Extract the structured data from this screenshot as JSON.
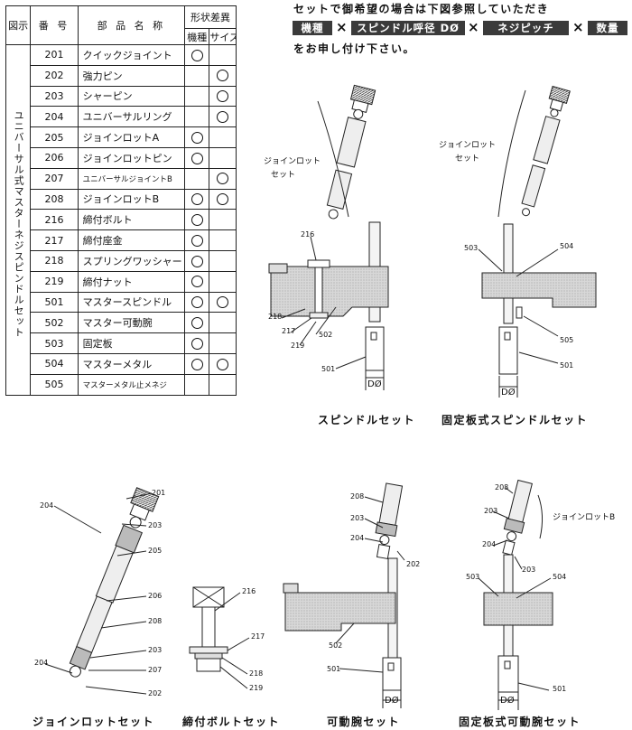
{
  "table": {
    "h_zushi": "図示",
    "h_bango": "番 号",
    "h_hinmei": "部 品 名 称",
    "h_keijo": "形状差異",
    "h_kishu": "機種",
    "h_size": "サイズ",
    "category": "ユニバーサル式マスターネジスピンドルセット",
    "rows": [
      {
        "no": "201",
        "name": "クイックジョイント",
        "kishu": true,
        "size": false
      },
      {
        "no": "202",
        "name": "強力ピン",
        "kishu": false,
        "size": true
      },
      {
        "no": "203",
        "name": "シャーピン",
        "kishu": false,
        "size": true
      },
      {
        "no": "204",
        "name": "ユニバーサルリング",
        "kishu": false,
        "size": true
      },
      {
        "no": "205",
        "name": "ジョインロットA",
        "kishu": true,
        "size": false
      },
      {
        "no": "206",
        "name": "ジョインロットピン",
        "kishu": true,
        "size": false
      },
      {
        "no": "207",
        "name": "ユニバーサルジョイントB",
        "kishu": false,
        "size": true
      },
      {
        "no": "208",
        "name": "ジョインロットB",
        "kishu": true,
        "size": true
      },
      {
        "no": "216",
        "name": "締付ボルト",
        "kishu": true,
        "size": false
      },
      {
        "no": "217",
        "name": "締付座金",
        "kishu": true,
        "size": false
      },
      {
        "no": "218",
        "name": "スプリングワッシャー",
        "kishu": true,
        "size": false
      },
      {
        "no": "219",
        "name": "締付ナット",
        "kishu": true,
        "size": false
      },
      {
        "no": "501",
        "name": "マスタースピンドル",
        "kishu": true,
        "size": true
      },
      {
        "no": "502",
        "name": "マスター可動腕",
        "kishu": true,
        "size": false
      },
      {
        "no": "503",
        "name": "固定板",
        "kishu": true,
        "size": false
      },
      {
        "no": "504",
        "name": "マスターメタル",
        "kishu": true,
        "size": true
      },
      {
        "no": "505",
        "name": "マスターメタル止メネジ",
        "kishu": false,
        "size": false
      }
    ]
  },
  "instructions": {
    "line1": "セットで御希望の場合は下図参照していただき",
    "tags": [
      "機種",
      "スピンドル呼径 DØ",
      "ネジピッチ",
      "数量"
    ],
    "times": "×",
    "line3": "をお申し付け下さい。"
  },
  "figures": {
    "spindle_set": {
      "caption": "スピンドルセット",
      "group_label": [
        "ジョインロット",
        "セット"
      ],
      "labels": [
        "216",
        "218",
        "217",
        "219",
        "502",
        "501"
      ],
      "dia": "DØ"
    },
    "fixed_spindle_set": {
      "caption": "固定板式スピンドルセット",
      "group_label": [
        "ジョインロット",
        "セット"
      ],
      "labels": [
        "503",
        "504",
        "505",
        "501"
      ],
      "dia": "DØ"
    },
    "join_rod_set": {
      "caption": "ジョインロットセット",
      "labels": [
        "201",
        "204",
        "203",
        "205",
        "206",
        "208",
        "203",
        "207",
        "204",
        "202"
      ]
    },
    "bolt_set": {
      "caption": "締付ボルトセット",
      "labels": [
        "216",
        "217",
        "218",
        "219"
      ]
    },
    "movable_arm_set": {
      "caption": "可動腕セット",
      "labels": [
        "208",
        "203",
        "204",
        "202",
        "502",
        "501"
      ],
      "dia": "DØ"
    },
    "fixed_movable_arm_set": {
      "caption": "固定板式可動腕セット",
      "group_label": [
        "ジョインロットB"
      ],
      "labels": [
        "208",
        "203",
        "204",
        "203",
        "503",
        "504",
        "501"
      ],
      "dia": "DØ"
    }
  }
}
